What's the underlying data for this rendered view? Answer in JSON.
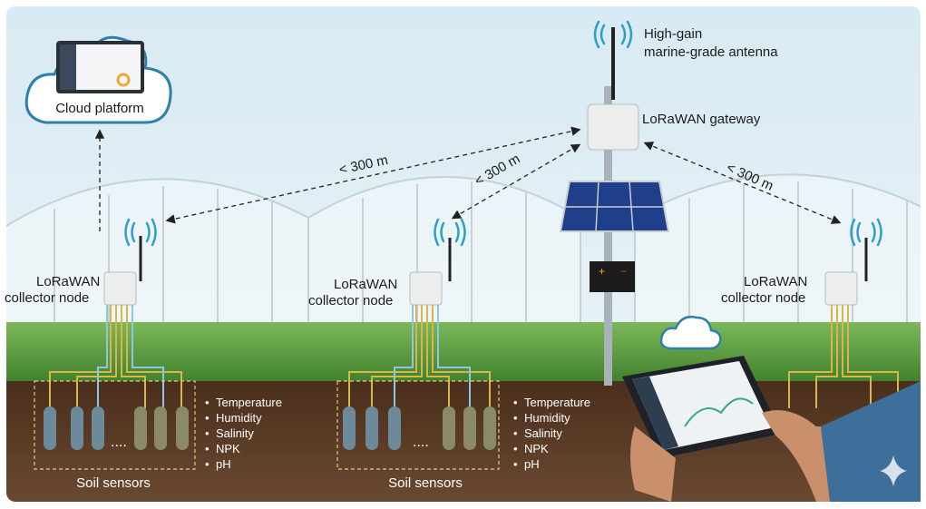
{
  "cloud_platform": {
    "label": "Cloud platform"
  },
  "antenna": {
    "label_line1": "High-gain",
    "label_line2": "marine-grade antenna"
  },
  "gateway": {
    "label": "LoRaWAN gateway"
  },
  "battery": {
    "plus": "+",
    "minus": "−"
  },
  "distances": [
    "< 300 m",
    "< 300 m",
    "< 300 m"
  ],
  "nodes": [
    {
      "line1": "LoRaWAN",
      "line2": "collector node"
    },
    {
      "line1": "LoRaWAN",
      "line2": "collector node"
    },
    {
      "line1": "LoRaWAN",
      "line2": "collector node"
    }
  ],
  "sensor_groups": [
    {
      "label": "Soil sensors",
      "ellipsis": "....",
      "measurements": [
        "Temperature",
        "Humidity",
        "Salinity",
        "NPK",
        "pH"
      ]
    },
    {
      "label": "Soil sensors",
      "ellipsis": "....",
      "measurements": [
        "Temperature",
        "Humidity",
        "Salinity",
        "NPK",
        "pH"
      ]
    }
  ],
  "bullet": "•",
  "colors": {
    "sky": "#dcecf4",
    "soil": "#5a3a24",
    "crops": "#4f9a36",
    "signal": "#2aa0c8",
    "cloud_outline": "#2f7fad"
  }
}
